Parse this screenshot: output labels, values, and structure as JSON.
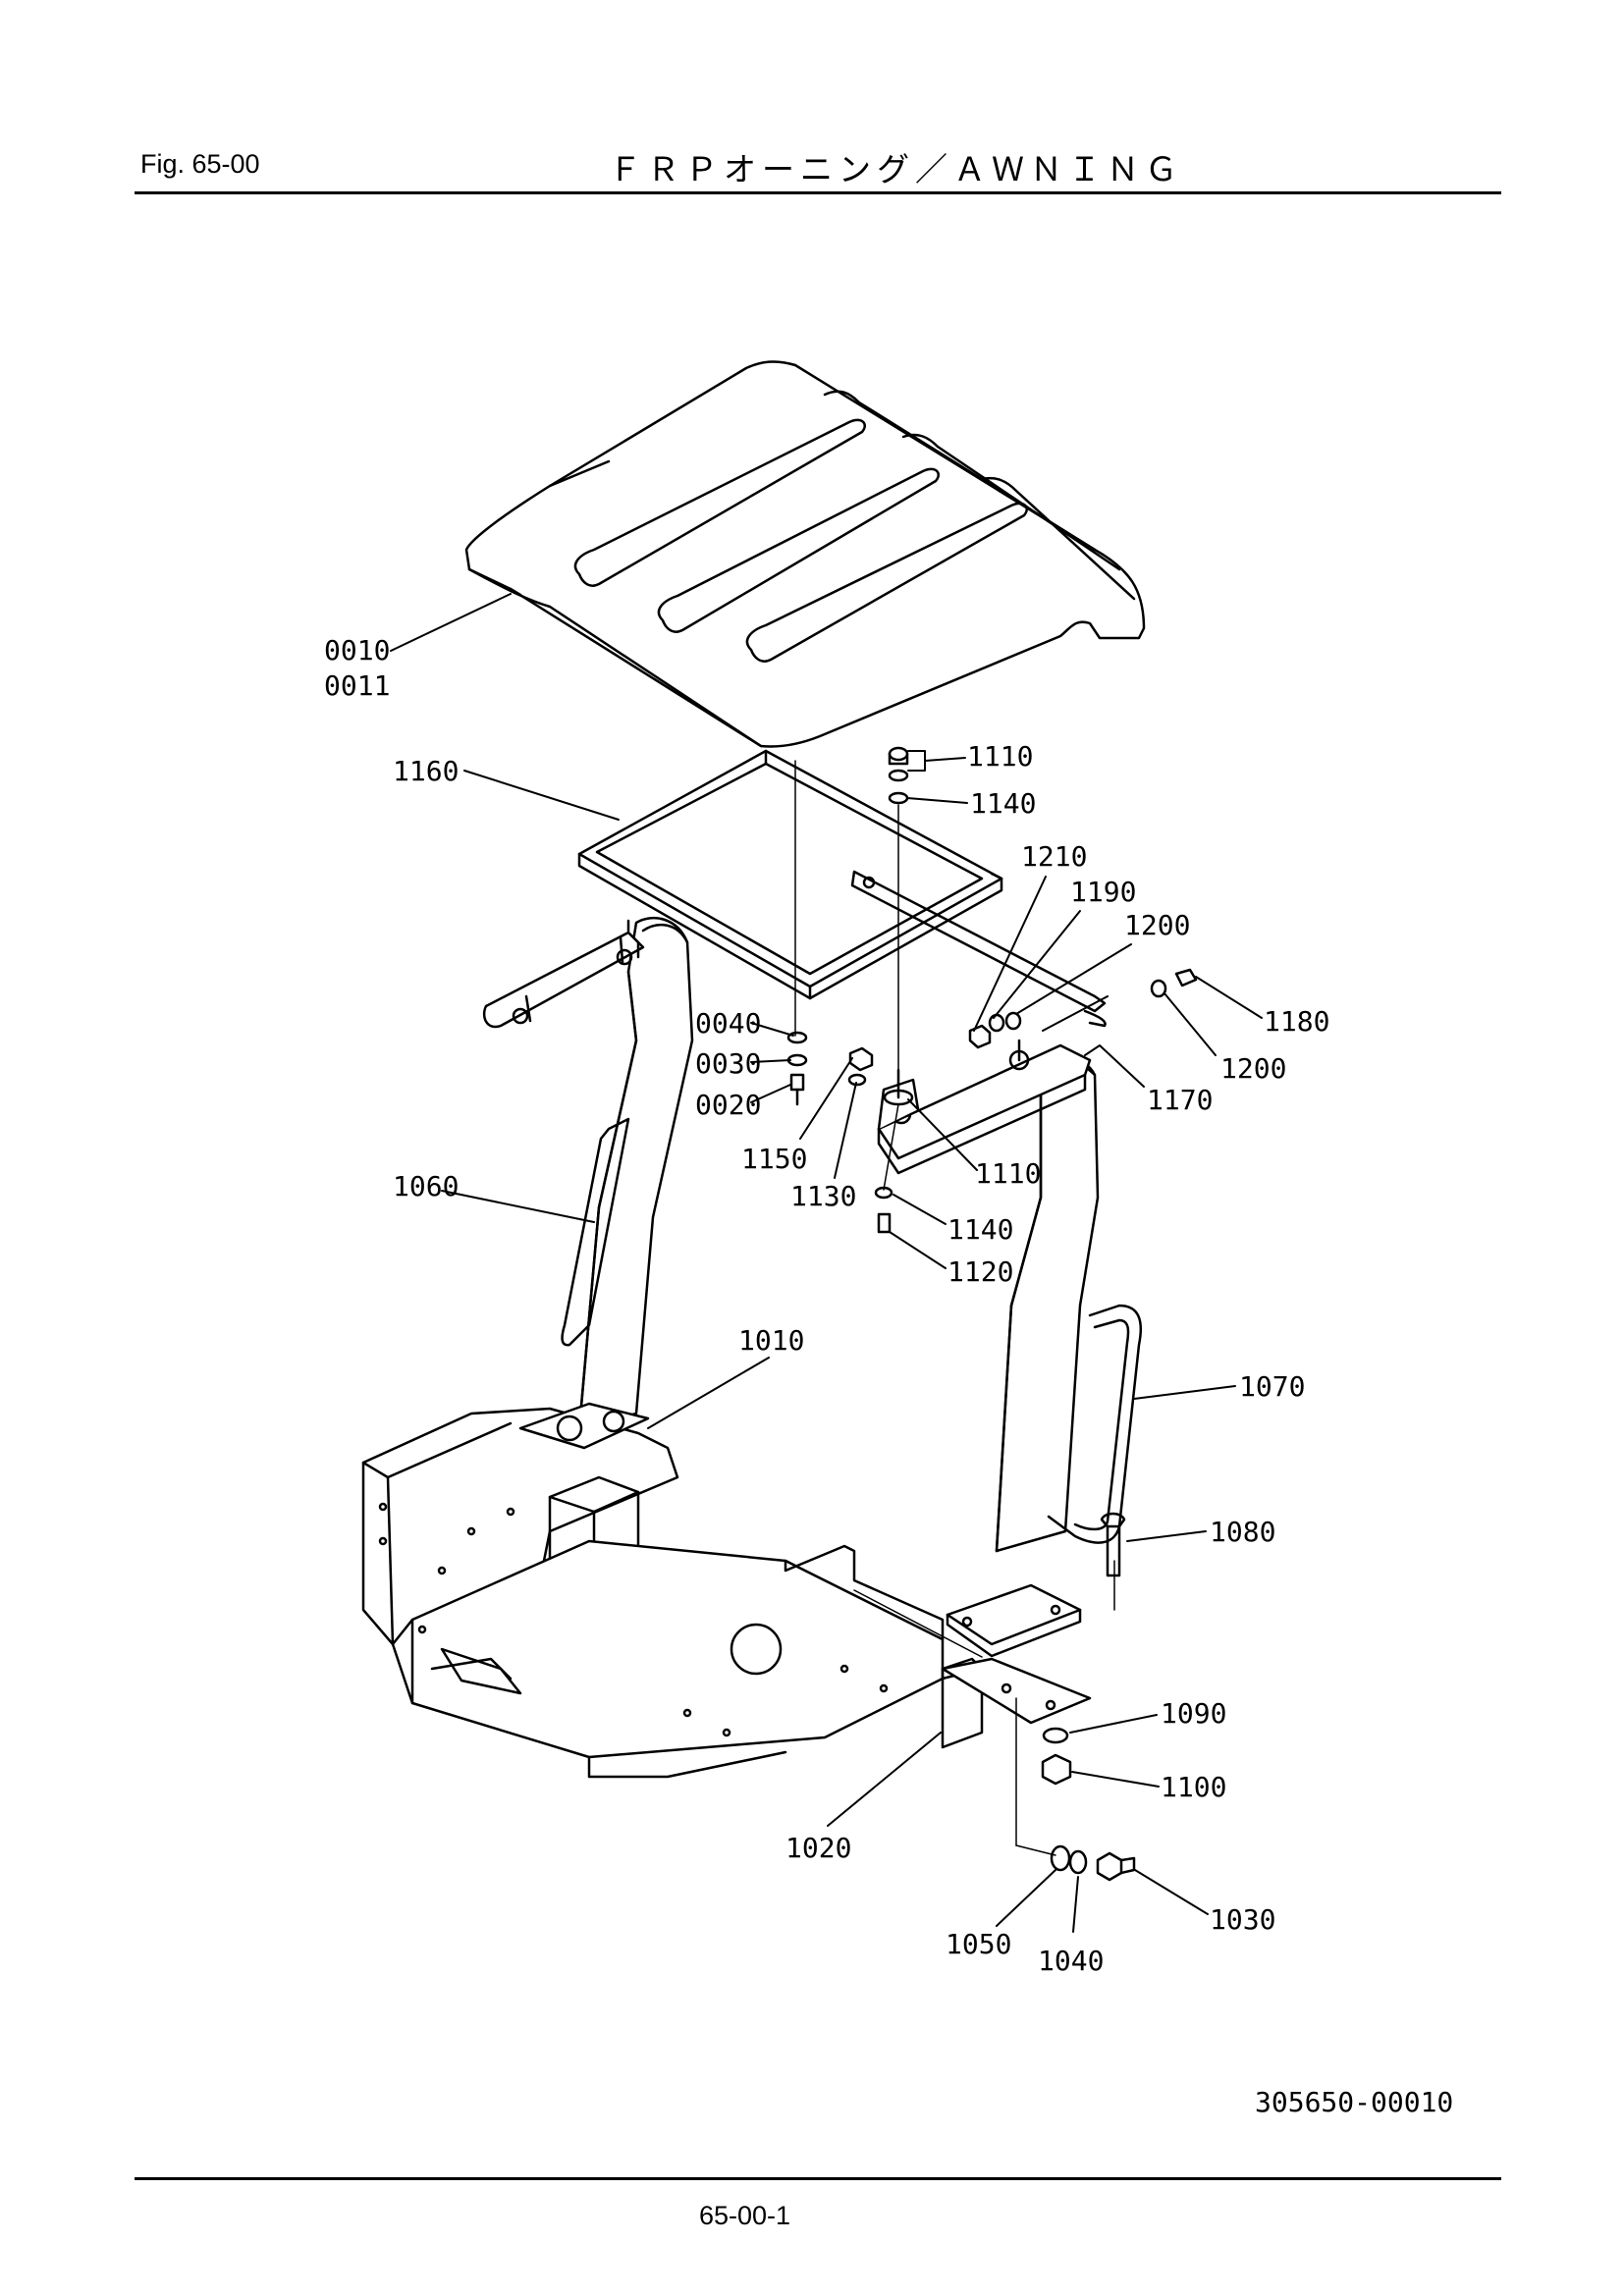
{
  "header": {
    "figure": "Fig.  65-00",
    "title": "ＦＲＰオーニング／ＡＷＮＩＮＧ"
  },
  "footer": {
    "drawing_number": "305650-00010",
    "page_number": "65-00-1"
  },
  "callouts": {
    "c0010": "0010",
    "c0011": "0011",
    "c1160": "1160",
    "c1110a": "1110",
    "c1140a": "1140",
    "c1210": "1210",
    "c1190": "1190",
    "c1200a": "1200",
    "c1180": "1180",
    "c1200b": "1200",
    "c1170": "1170",
    "c0040": "0040",
    "c0030": "0030",
    "c0020": "0020",
    "c1150": "1150",
    "c1130": "1130",
    "c1110b": "1110",
    "c1140b": "1140",
    "c1120": "1120",
    "c1060": "1060",
    "c1010": "1010",
    "c1070": "1070",
    "c1080": "1080",
    "c1090": "1090",
    "c1100": "1100",
    "c1020": "1020",
    "c1030": "1030",
    "c1050": "1050",
    "c1040": "1040"
  }
}
